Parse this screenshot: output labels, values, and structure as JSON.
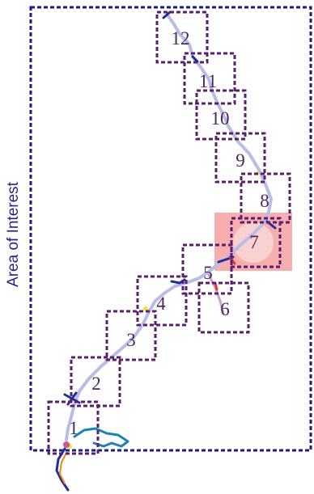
{
  "area_label": "Area of Interest",
  "highlighted_sector": "7",
  "sectors": [
    {
      "id": "1",
      "label": "1"
    },
    {
      "id": "2",
      "label": "2"
    },
    {
      "id": "3",
      "label": "3"
    },
    {
      "id": "4",
      "label": "4"
    },
    {
      "id": "5",
      "label": "5"
    },
    {
      "id": "6",
      "label": "6"
    },
    {
      "id": "7",
      "label": "7"
    },
    {
      "id": "8",
      "label": "8"
    },
    {
      "id": "9",
      "label": "9"
    },
    {
      "id": "10",
      "label": "10"
    },
    {
      "id": "11",
      "label": "11"
    },
    {
      "id": "12",
      "label": "12"
    }
  ],
  "colors": {
    "area_border": "#1e1891",
    "sector_border": "#5a1f6e",
    "highlight_fill": "#f4a0a0",
    "river_main": "#b8bde6",
    "river_dark": "#1f2f9a",
    "river_teal": "#1b82b8",
    "river_orange": "#e88a1a",
    "marker_yellow": "#f2e53a",
    "marker_red": "#e23a3a"
  }
}
